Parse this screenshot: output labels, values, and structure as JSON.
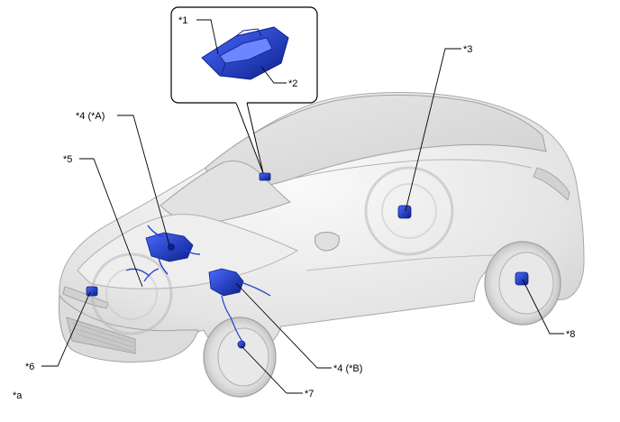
{
  "labels": {
    "l1": "*1",
    "l2": "*2",
    "l3": "*3",
    "l4a": "*4 (*A)",
    "l4b": "*4 (*B)",
    "l5": "*5",
    "l6": "*6",
    "l7": "*7",
    "l8": "*8",
    "la": "*a"
  },
  "colors": {
    "component": "#1f3fd0",
    "component_dark": "#0c1f8a",
    "car_body": "#ececec",
    "car_shade": "#d6d6d6",
    "outline": "#9a9a9a",
    "leader": "#000000"
  }
}
